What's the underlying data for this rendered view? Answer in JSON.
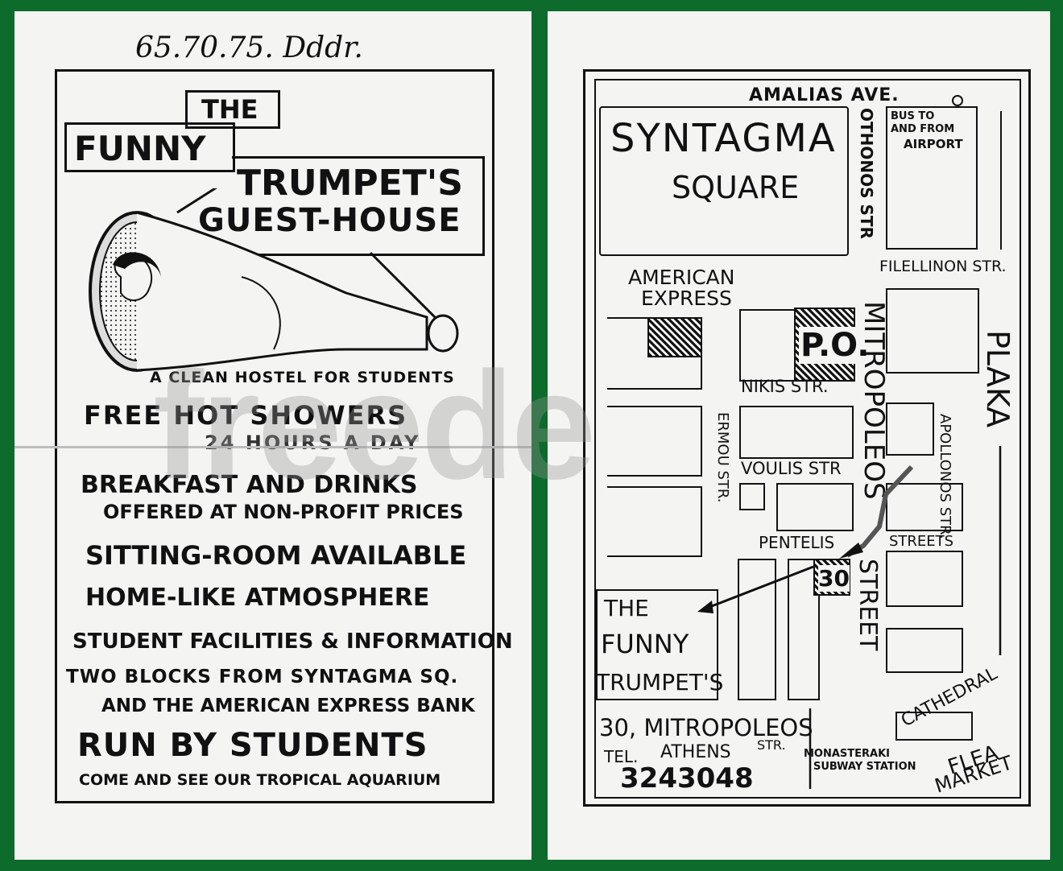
{
  "flyer": {
    "handwritten_prices": "65.70.75. Dddr.",
    "title_the": "THE",
    "title_funny": "FUNNY",
    "title_trumpets": "TRUMPET'S",
    "title_guest_house": "GUEST-HOUSE",
    "tagline": "A CLEAN HOSTEL FOR STUDENTS",
    "features": [
      "FREE HOT SHOWERS",
      "24 HOURS A DAY",
      "BREAKFAST AND DRINKS",
      "OFFERED AT NON-PROFIT PRICES",
      "SITTING-ROOM AVAILABLE",
      "HOME-LIKE ATMOSPHERE",
      "STUDENT FACILITIES & INFORMATION",
      "TWO BLOCKS FROM SYNTAGMA SQ.",
      "AND THE AMERICAN EXPRESS BANK"
    ],
    "run_by": "RUN BY STUDENTS",
    "footer": "COME AND SEE OUR TROPICAL AQUARIUM"
  },
  "map": {
    "amalias": "AMALIAS AVE.",
    "syntagma": "SYNTAGMA",
    "square": "SQUARE",
    "othonos": "OTHONOS STR",
    "bus_line1": "BUS TO",
    "bus_line2": "AND FROM",
    "bus_line3": "AIRPORT",
    "filellinon": "FILELLINON STR.",
    "amex_line1": "AMERICAN",
    "amex_line2": "EXPRESS",
    "po": "P.O.",
    "mitropoleos": "MITROPOLEOS",
    "plaka": "PLAKA",
    "nikis": "NIKIS STR.",
    "ermou": "ERMOU STR.",
    "apollonos": "APOLLONOS STR.",
    "voulis": "VOULIS STR",
    "pentelis": "PENTELIS",
    "streets": "STREETS",
    "number": "30",
    "street": "STREET",
    "hostel_the": "THE",
    "hostel_funny": "FUNNY",
    "hostel_trumpets": "TRUMPET'S",
    "address": "30, MITROPOLEOS",
    "address_str": "STR.",
    "tel_label": "TEL.",
    "city": "ATHENS",
    "phone": "3243048",
    "monastiraki_line1": "MONASTERAKI",
    "monastiraki_line2": "SUBWAY STATION",
    "cathedral": "CATHEDRAL",
    "flea_line1": "FLEA",
    "flea_line2": "MARKET"
  },
  "watermark": "freede"
}
